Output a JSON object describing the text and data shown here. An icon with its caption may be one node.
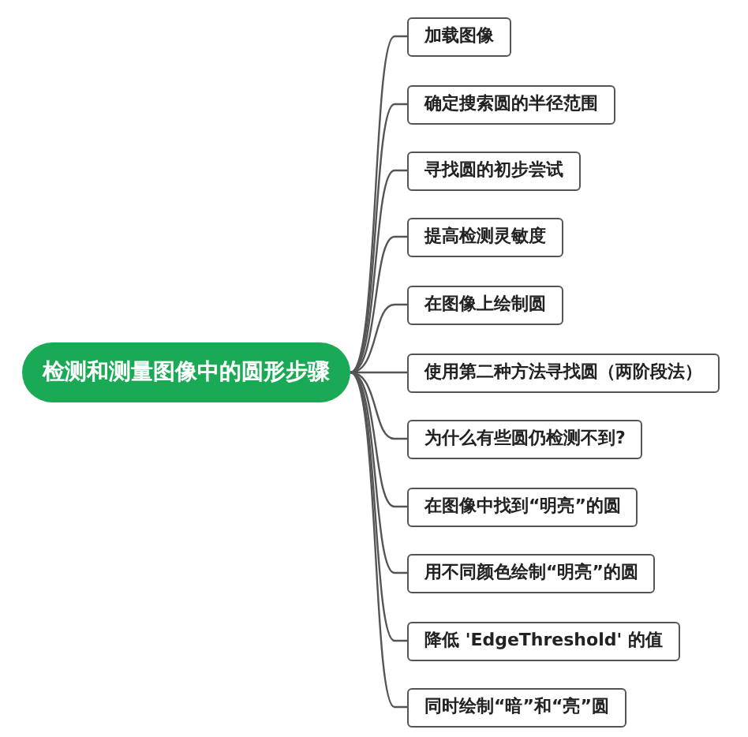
{
  "diagram": {
    "nodes": [
      {
        "text": [
          "检测和测量图像中的圆形步骤"
        ]
      },
      {
        "text": [
          "加载图像"
        ]
      },
      {
        "text": [
          "确定搜索圆的半径范围"
        ]
      },
      {
        "text": [
          "寻找圆的初步尝试"
        ]
      },
      {
        "text": [
          "提高检测灵敏度"
        ]
      },
      {
        "text": [
          "在图像上绘制圆"
        ]
      },
      {
        "text": [
          "使用第二种方法寻找圆（两阶段法）"
        ]
      },
      {
        "text": [
          "为什么有些圆仍检测不到?"
        ]
      },
      {
        "text": [
          "在图像中找到“明亮”的圆"
        ]
      },
      {
        "text": [
          "用不同颜色绘制“明亮”的圆"
        ]
      },
      {
        "text": [
          "降低 'EdgeThreshold' 的值"
        ]
      },
      {
        "text": [
          "同时绘制“暗”和“亮”圆"
        ]
      }
    ],
    "edges": [
      {
        "from": 0,
        "to": 1,
        "arrow": "none"
      },
      {
        "from": 0,
        "to": 2,
        "arrow": "none"
      },
      {
        "from": 0,
        "to": 3,
        "arrow": "none"
      },
      {
        "from": 0,
        "to": 4,
        "arrow": "none"
      },
      {
        "from": 0,
        "to": 5,
        "arrow": "none"
      },
      {
        "from": 0,
        "to": 6,
        "arrow": "none"
      },
      {
        "from": 0,
        "to": 7,
        "arrow": "none"
      },
      {
        "from": 0,
        "to": 8,
        "arrow": "none"
      },
      {
        "from": 0,
        "to": 9,
        "arrow": "none"
      },
      {
        "from": 0,
        "to": 10,
        "arrow": "none"
      },
      {
        "from": 0,
        "to": 11,
        "arrow": "none"
      }
    ]
  }
}
